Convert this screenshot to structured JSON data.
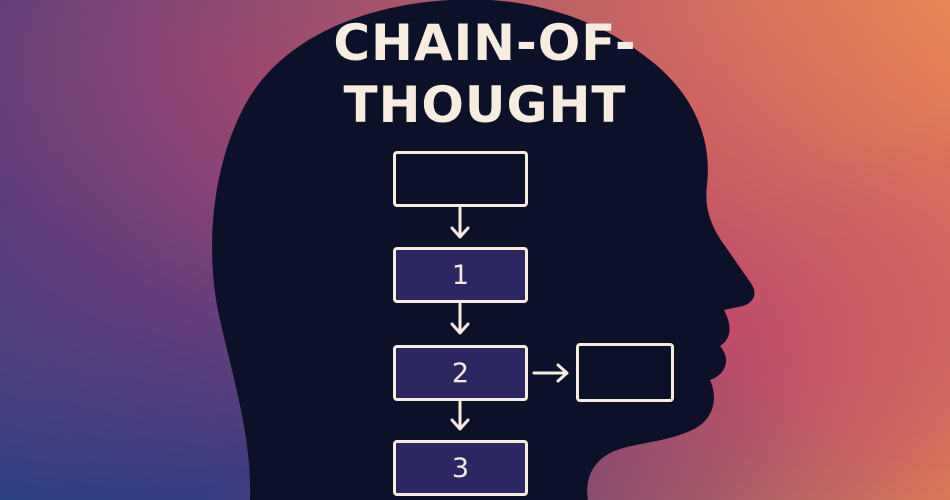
{
  "title": {
    "line1": "CHAIN-OF-",
    "line2": "THOUGHT"
  },
  "steps": [
    {
      "label": ""
    },
    {
      "label": "1"
    },
    {
      "label": "2"
    },
    {
      "label": "3"
    }
  ],
  "side_box": {
    "label": ""
  },
  "colors": {
    "gradient_left": "#233f84",
    "gradient_mid": "#8e3f7c",
    "gradient_right": "#f48d4d",
    "head": "#0c1028",
    "text": "#f6ece0",
    "box_fill": "#2d2761"
  }
}
